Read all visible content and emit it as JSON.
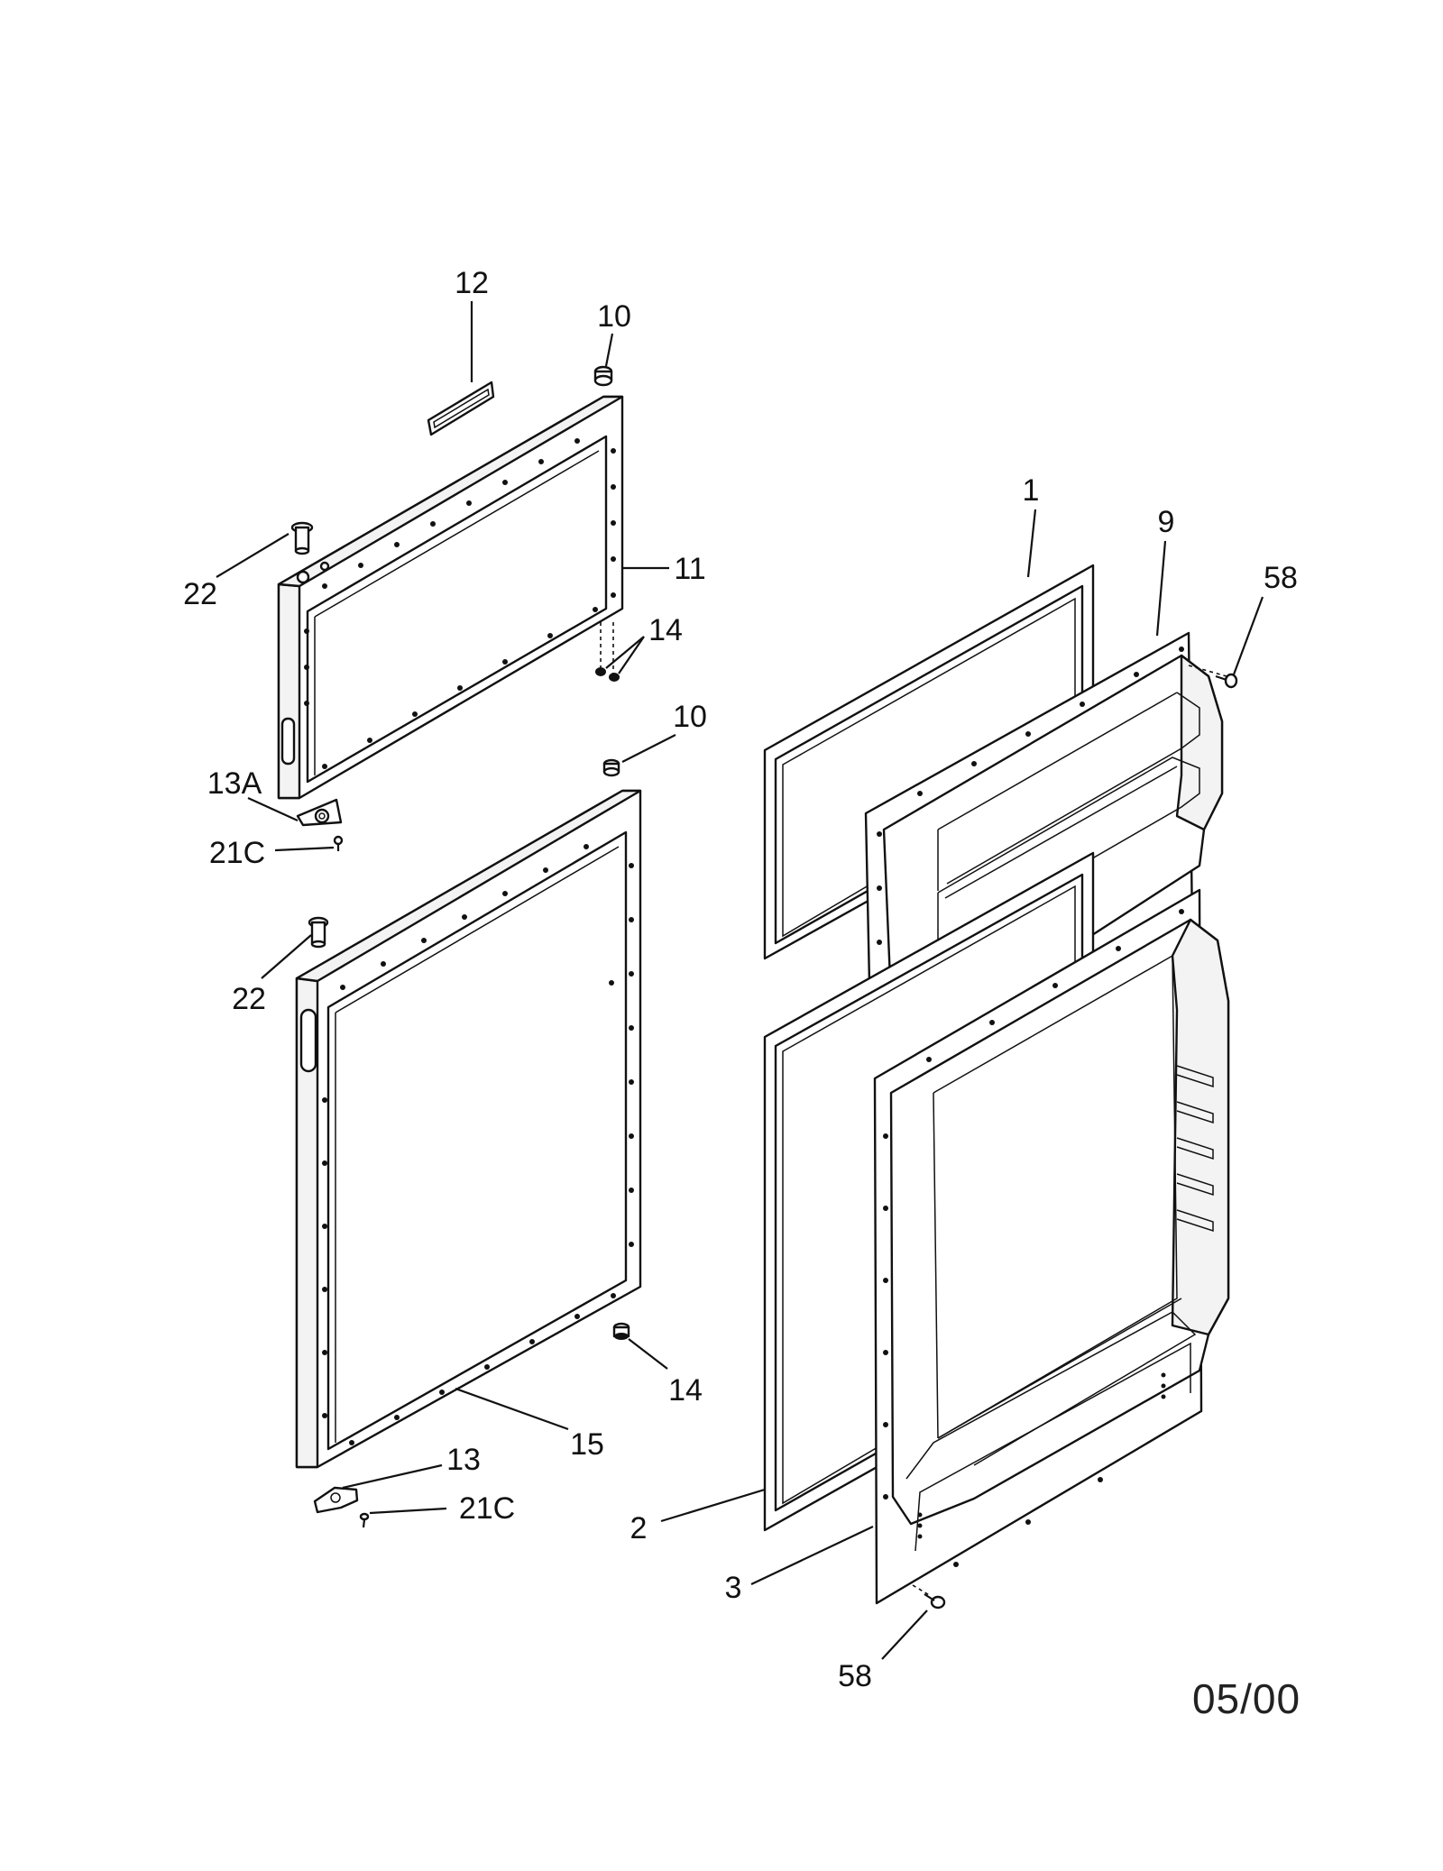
{
  "diagram": {
    "labels": {
      "p1": "1",
      "p2": "2",
      "p3": "3",
      "p9": "9",
      "p10_top": "10",
      "p10_mid": "10",
      "p11": "11",
      "p12": "12",
      "p13": "13",
      "p13a": "13A",
      "p14_top": "14",
      "p14_bottom": "14",
      "p15": "15",
      "p21c_top": "21C",
      "p21c_bottom": "21C",
      "p22_top": "22",
      "p22_mid": "22",
      "p58_top": "58",
      "p58_bottom": "58"
    },
    "date_code": "05/00"
  }
}
